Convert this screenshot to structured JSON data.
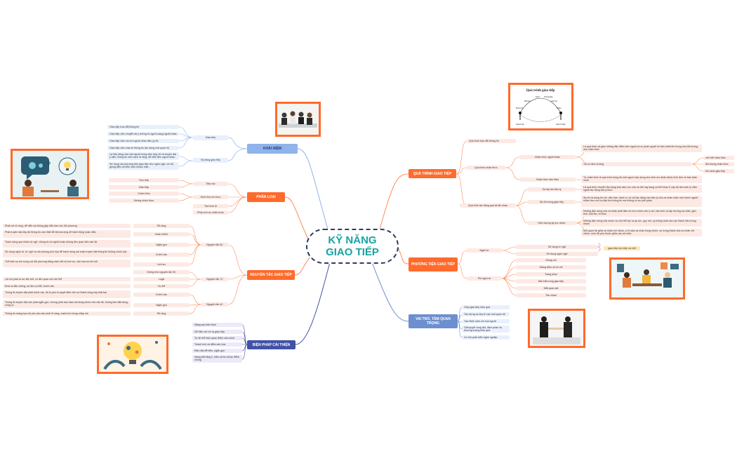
{
  "center_title": "KỸ NĂNG\nGIAO TIẾP",
  "colors": {
    "teal": "#17a3a4",
    "orange": "#ff6b2c",
    "light_blue": "#8fb3ea",
    "navy": "#4352a6",
    "frame": "#ff6a2a"
  },
  "diagram_title": "Quá trình giao tiếp",
  "diagram_labels": {
    "sender": "Người gửi",
    "receiver": "Người nhận",
    "encode": "Mã hóa",
    "decode": "Giải mã",
    "message": "Thông điệp",
    "channel": "Kênh",
    "feedback": "Phản hồi",
    "noise": "Nhiễu"
  },
  "khai_niem": {
    "label": "KHÁI NIỆM",
    "giao_tiep": {
      "label": "Giao tiếp",
      "items": [
        "Giao tiếp trao đổi thông tin",
        "Giao tiếp việc chuyển tải ý tưởng từ người sang người khác",
        "Giao tiếp việc nói với người khác điều gì đó",
        "Giao tiếp việc chia sẻ thông tin tạo dựng mối quan hệ"
      ]
    },
    "ky_nang": {
      "label": "Kỹ năng giao tiếp",
      "items": [
        "Là khả năng của một người trong việc ứng xử và truyền đạt ý kiến, thông tin một cách rõ ràng, dễ hiểu đến người khác.",
        "Sử dụng các phương tiện giao tiếp như ngôn ngữ, cử chỉ, giọng điệu và biểu cảm khuôn mặt..."
      ]
    }
  },
  "phan_loai": {
    "label": "PHÂN LOẠI",
    "groups": [
      {
        "label": "Tiếp xúc",
        "items": [
          "Trực tiếp",
          "Gián tiếp"
        ]
      },
      {
        "label": "Hình thức tổ chức",
        "items": [
          "Chính thức",
          "Không chính thức"
        ]
      },
      {
        "label": "Thế bình lẽ",
        "items": []
      },
      {
        "label": "Phép lịch sự chiến lược",
        "items": []
      }
    ]
  },
  "nguyen_tac": {
    "label": "NGUYÊN TẮC GIAO TIẾP",
    "groups": [
      {
        "label": "Nguyên tắc 5C",
        "items": [
          {
            "key": "Rõ ràng",
            "text": "Phát nói rõ ràng, dễ hiểu và không gây hiểu lầm cho đối phương"
          },
          {
            "key": "Hoàn chỉnh",
            "text": "Phát truyền đạt đầy đủ thông tin cần thiết để đối phương dễ hành động hoặc hiểu"
          },
          {
            "key": "Ngắn gọn",
            "text": "Tránh dùng quá nhiều từ ngữ, thông tin vô nghĩa hoặc không liên quan đến vấn đề"
          },
          {
            "key": "Chính xác",
            "text": "Sử dụng ngôn từ, từ ngữ và văn phong phù hợp để tránh dùng sai hoặc truyền đạt thông tin không chính xác"
          },
          {
            "key": "Lịch sự",
            "text": "Thể hiện sự tôn trọng với đối phương bằng cách đối xử lịch sự, văn hoá và cởi mở"
          }
        ]
      },
      {
        "label": "Nguyên tắc 7C",
        "items": [
          {
            "key": "Giống như nguyên tắc 5C",
            "text": ""
          },
          {
            "key": "Logic",
            "text": "Lời nói phải có sự liên kết, có liên quan với chủ thể"
          },
          {
            "key": "Cụ thể",
            "text": "Đưa ra dẫn chứng, số liệu cụ thể, chính xác"
          }
        ]
      },
      {
        "label": "Nguyên tắc 4C",
        "items": [
          {
            "key": "Chính xác",
            "text": "Thông tin truyền đạt phải chính xác, đó là yếu tố quyết định nên sự thành công hay thất bại"
          },
          {
            "key": "Ngắn gọn",
            "text": "Thông tin truyền đạt cần phải ngắn gọn, nhưng phải bao hàm nội dung chính của vấn đề, không bên đặt dòng, vòng vo"
          },
          {
            "key": "Rõ ràng",
            "text": "Thông tin mang tọa với yêu cầu cần phải rõ ràng, mạnh lớn trọng nhập mô"
          }
        ]
      }
    ]
  },
  "bien_phap": {
    "label": "BIỆN PHÁP CẢI THIỆN",
    "items": [
      "Nâng cao kiến thức",
      "Dễ hiện với cỡ xa giao tiếp",
      "Tự tin thể hiện quan điểm của mình",
      "Thành tích và điểm văn hóa",
      "Điều đạt để hiểu, ngắn gọn",
      "Nâng biết lắng lì, hiểu và tìm được điểm chung"
    ]
  },
  "qua_trinh": {
    "label": "QUÁ TRÌNH GIAO TIẾP",
    "subs": [
      {
        "label": "Quá trình trao đổi thông tin"
      },
      {
        "label": "Quá trình nhận thức",
        "children": [
          {
            "label": "Nhận thức người khác",
            "children": [
              {
                "label": "Là quá trình cá giao những đặc điểm bên ngoài và cụ phán quyết về bản chất bên trong của đối tượng cần nhận thức"
              },
              {
                "label": "Yêu tố ảnh hưởng",
                "children": [
                  "chủ thể nhận thức",
                  "đối tượng nhận thức",
                  "bối cảnh giao tiếp"
                ]
              }
            ]
          },
          {
            "label": "Nhận thức bản thân",
            "children": [
              {
                "label": "Tự nhận thức là quá trình trong đó một người xây dựng cho hình mơ khái niệm) hình ảnh về bản thân mình"
              }
            ]
          }
        ]
      },
      {
        "label": "Quá trình tác động qua lại lẫn nhau",
        "children": [
          {
            "label": "Sự lây lan tâm lý",
            "children": [
              {
                "label": "Là quá trình chuyển tỏa trạng thái cảm xúc của cá thể này sang cá thể khác ở cấp độ tâm sinh lý nằm ngoài tác động của ý thức"
              }
            ]
          },
          {
            "label": "Ám thị trong giao tiếp",
            "children": [
              {
                "label": "Ám thị là dùng lời nói, việc làm, hành vi, cử chỉ tác động vào tâm lý của cá nhân hoặc một nhóm người nhằm làm cho họ tiếp thu thông tin mà không có sự phê phán"
              }
            ]
          },
          {
            "label": "Hiện tượng áp lực nhóm",
            "children": [
              {
                "label": "Những đặc trưng của cá nhân phải điều do sức nhóm như ý chí, làm tính và lập trường cá nhân, giới tính, tuổi tác, tri thức"
              },
              {
                "label": "Những đặc trưng của nhóm và chủ thể tạo ra áp lực, quy mô, uy thông nhất của các thành viên trong nhóm"
              },
              {
                "label": "Mối quan hệ giữa cá nhân với nhóm, vì tri của cá nhân trong nhóm, sự trung thành của cá nhân với nhóm, mức độ phụ thuộc giữa các cá nhân"
              }
            ]
          }
        ]
      }
    ]
  },
  "phuong_tien": {
    "label": "PHƯƠNG TIỆN GIAO TIẾP",
    "groups": [
      {
        "label": "Ngôn từ",
        "items": [
          "Sử dụng từ ngữ",
          "Sử dụng ngôn ngữ"
        ],
        "note": "giao tiếp trực tiếp và viết"
      },
      {
        "label": "Phi ngôn từ",
        "items": [
          "Giọng nói",
          "Giáng điệu và cử chỉ",
          "Trang phục",
          "Nét mặt trong giao tiếp",
          "Mắt quan sát",
          "Tâu chạm"
        ]
      }
    ]
  },
  "vai_tro": {
    "label": "VAI TRÒ, TẦM QUAN TRỌNG",
    "items": [
      "Giúp giao tiếp hiệu quả",
      "Tạo dựng và duy trì các mối quan hệ",
      "Tạo thiện cảm với mọi người",
      "Giải quyết xung đột, đàm phán và thương lượng hiệu quả",
      "Cơ hội phát triển nghề nghiệp"
    ]
  }
}
